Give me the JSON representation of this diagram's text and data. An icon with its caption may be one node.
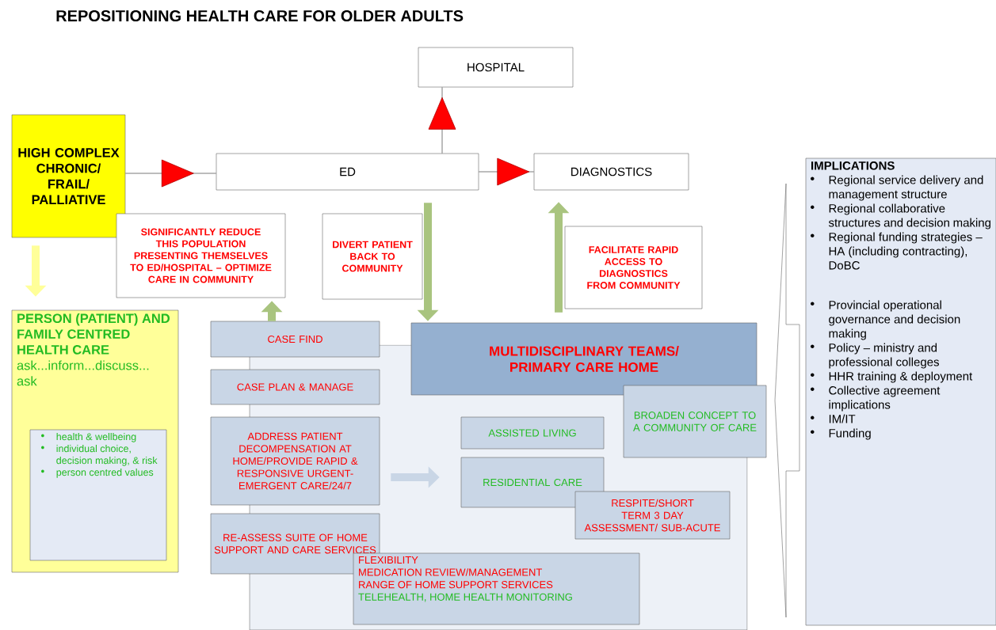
{
  "diagram": {
    "title": "REPOSITIONING HEALTH CARE FOR OLDER ADULTS",
    "nodes": [
      {
        "text": [
          "HOSPITAL"
        ]
      },
      {
        "text": [
          "HIGH COMPLEX CHRONIC/ FRAIL/ PALLIATIVE"
        ]
      },
      {
        "text": [
          "ED"
        ]
      },
      {
        "text": [
          "DIAGNOSTICS"
        ]
      },
      {
        "text": [
          "SIGNIFICANTLY REDUCE THIS POPULATION PRESENTING THEMSELVES TO ED/HOSPITAL – OPTIMIZE CARE IN COMMUNITY"
        ]
      },
      {
        "text": [
          "DIVERT PATIENT BACK TO COMMUNITY"
        ]
      },
      {
        "text": [
          "FACILITATE RAPID ACCESS TO DIAGNOSTICS FROM COMMUNITY"
        ]
      },
      {
        "text": [
          "PERSON (PATIENT) AND FAMILY CENTRED HEALTH CARE",
          "ask...inform...discuss... ask"
        ]
      },
      {
        "text": [
          "health & wellbeing",
          "individual choice, decision making, & risk",
          "person centred values"
        ],
        "in": 7
      },
      {
        "text": [],
        "shape": "box"
      },
      {
        "text": [
          "CASE FIND"
        ]
      },
      {
        "text": [
          "MULTIDISCIPLINARY TEAMS/ PRIMARY CARE HOME"
        ]
      },
      {
        "text": [
          "CASE PLAN & MANAGE"
        ]
      },
      {
        "text": [
          "BROADEN CONCEPT TO A COMMUNITY OF CARE"
        ]
      },
      {
        "text": [
          "ASSISTED LIVING"
        ],
        "in": 9
      },
      {
        "text": [
          "ADDRESS PATIENT DECOMPENSATION AT HOME/PROVIDE RAPID & RESPONSIVE URGENT-EMERGENT CARE/24/7"
        ]
      },
      {
        "text": [
          "RESIDENTIAL CARE"
        ],
        "in": 9
      },
      {
        "text": [
          "RESPITE/SHORT TERM 3 DAY ASSESSMENT/ SUB-ACUTE"
        ],
        "in": 9
      },
      {
        "text": [
          "RE-ASSESS SUITE OF HOME SUPPORT AND CARE SERVICES"
        ]
      },
      {
        "text": [
          "FLEXIBILITY",
          "MEDICATION REVIEW/MANAGEMENT",
          "RANGE OF HOME SUPPORT SERVICES",
          "TELEHEALTH, HOME HEALTH MONITORING"
        ],
        "in": 9
      },
      {
        "text": [],
        "shape": "chevron"
      },
      {
        "text": [
          "IMPLICATIONS",
          "Regional service delivery and management structure",
          "Regional collaborative structures and decision making",
          "Regional funding strategies – HA (including contracting), DoBC",
          "Provincial operational governance and decision making",
          "Policy – ministry and professional colleges",
          "HHR training & deployment",
          "Collective agreement implications",
          "IM/IT",
          "Funding"
        ]
      }
    ],
    "edges": [
      {
        "from": 1,
        "to": 2,
        "arrow": "to"
      },
      {
        "from": 2,
        "to": 3,
        "arrow": "to"
      },
      {
        "from": 2,
        "to": 0,
        "arrow": "to"
      },
      {
        "from": 1,
        "to": 7,
        "arrow": "to",
        "color": "#ffff99"
      },
      {
        "from": 10,
        "to": 4,
        "arrow": "to",
        "color": "#a9c47f"
      },
      {
        "from": 2,
        "to": 11,
        "arrow": "to",
        "color": "#a9c47f"
      },
      {
        "from": 11,
        "to": 3,
        "arrow": "to",
        "color": "#a9c47f"
      },
      {
        "from": 15,
        "to": 16,
        "arrow": "to",
        "color": "#c9d6e6"
      }
    ]
  }
}
